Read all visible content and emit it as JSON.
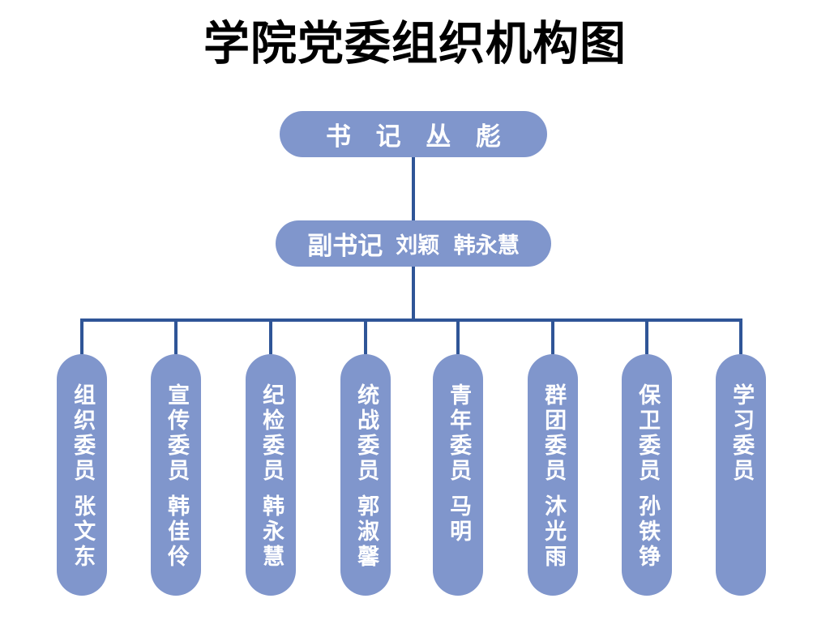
{
  "title": "学院党委组织机构图",
  "colors": {
    "node_fill": "#8096CC",
    "connector": "#2F5597",
    "node_text": "#FFFFFF",
    "title_text": "#000000",
    "background": "#FFFFFF"
  },
  "secretary": {
    "label": "书 记 丛 彪"
  },
  "deputy": {
    "role": "副书记",
    "names": "刘颖 韩永慧"
  },
  "members": [
    {
      "title": "组织委员",
      "name": "张文东"
    },
    {
      "title": "宣传委员",
      "name": "韩佳伶"
    },
    {
      "title": "纪检委员",
      "name": "韩永慧"
    },
    {
      "title": "统战委员",
      "name": "郭淑馨"
    },
    {
      "title": "青年委员",
      "name": "马明"
    },
    {
      "title": "群团委员",
      "name": "沐光雨"
    },
    {
      "title": "保卫委员",
      "name": "孙铁铮"
    },
    {
      "title": "学习委员",
      "name": ""
    }
  ]
}
